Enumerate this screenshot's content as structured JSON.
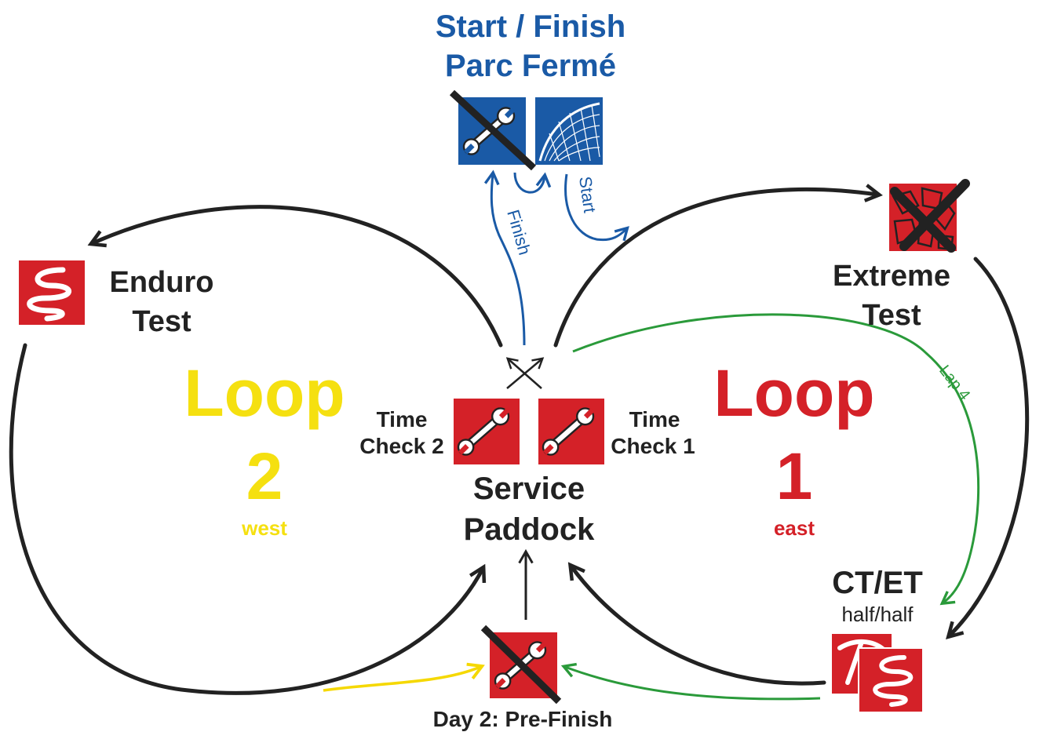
{
  "colors": {
    "blue": "#1a5aa6",
    "red": "#d42128",
    "yellow": "#f5e010",
    "green": "#2a9a3a",
    "black": "#222222",
    "text_dark": "#2a2a2a"
  },
  "start_finish": {
    "line1": "Start / Finish",
    "line2": "Parc Fermé",
    "finish_label": "Finish",
    "start_label": "Start"
  },
  "enduro": {
    "line1": "Enduro",
    "line2": "Test",
    "icon": "enduro-squiggle-icon"
  },
  "extreme": {
    "line1": "Extreme",
    "line2": "Test",
    "icon": "extreme-rock-crossed-icon"
  },
  "loop2": {
    "word": "Loop",
    "number": "2",
    "direction": "west"
  },
  "loop1": {
    "word": "Loop",
    "number": "1",
    "direction": "east"
  },
  "time_check_2": {
    "line1": "Time",
    "line2": "Check 2",
    "icon": "wrench-icon"
  },
  "time_check_1": {
    "line1": "Time",
    "line2": "Check 1",
    "icon": "wrench-icon"
  },
  "service": {
    "line1": "Service",
    "line2": "Paddock"
  },
  "lap4": "Lap 4",
  "ctet": {
    "title": "CT/ET",
    "sub": "half/half",
    "icon": "ct-et-combined-icon"
  },
  "prefinish": {
    "label": "Day 2: Pre-Finish",
    "icon": "wrench-crossed-icon"
  }
}
